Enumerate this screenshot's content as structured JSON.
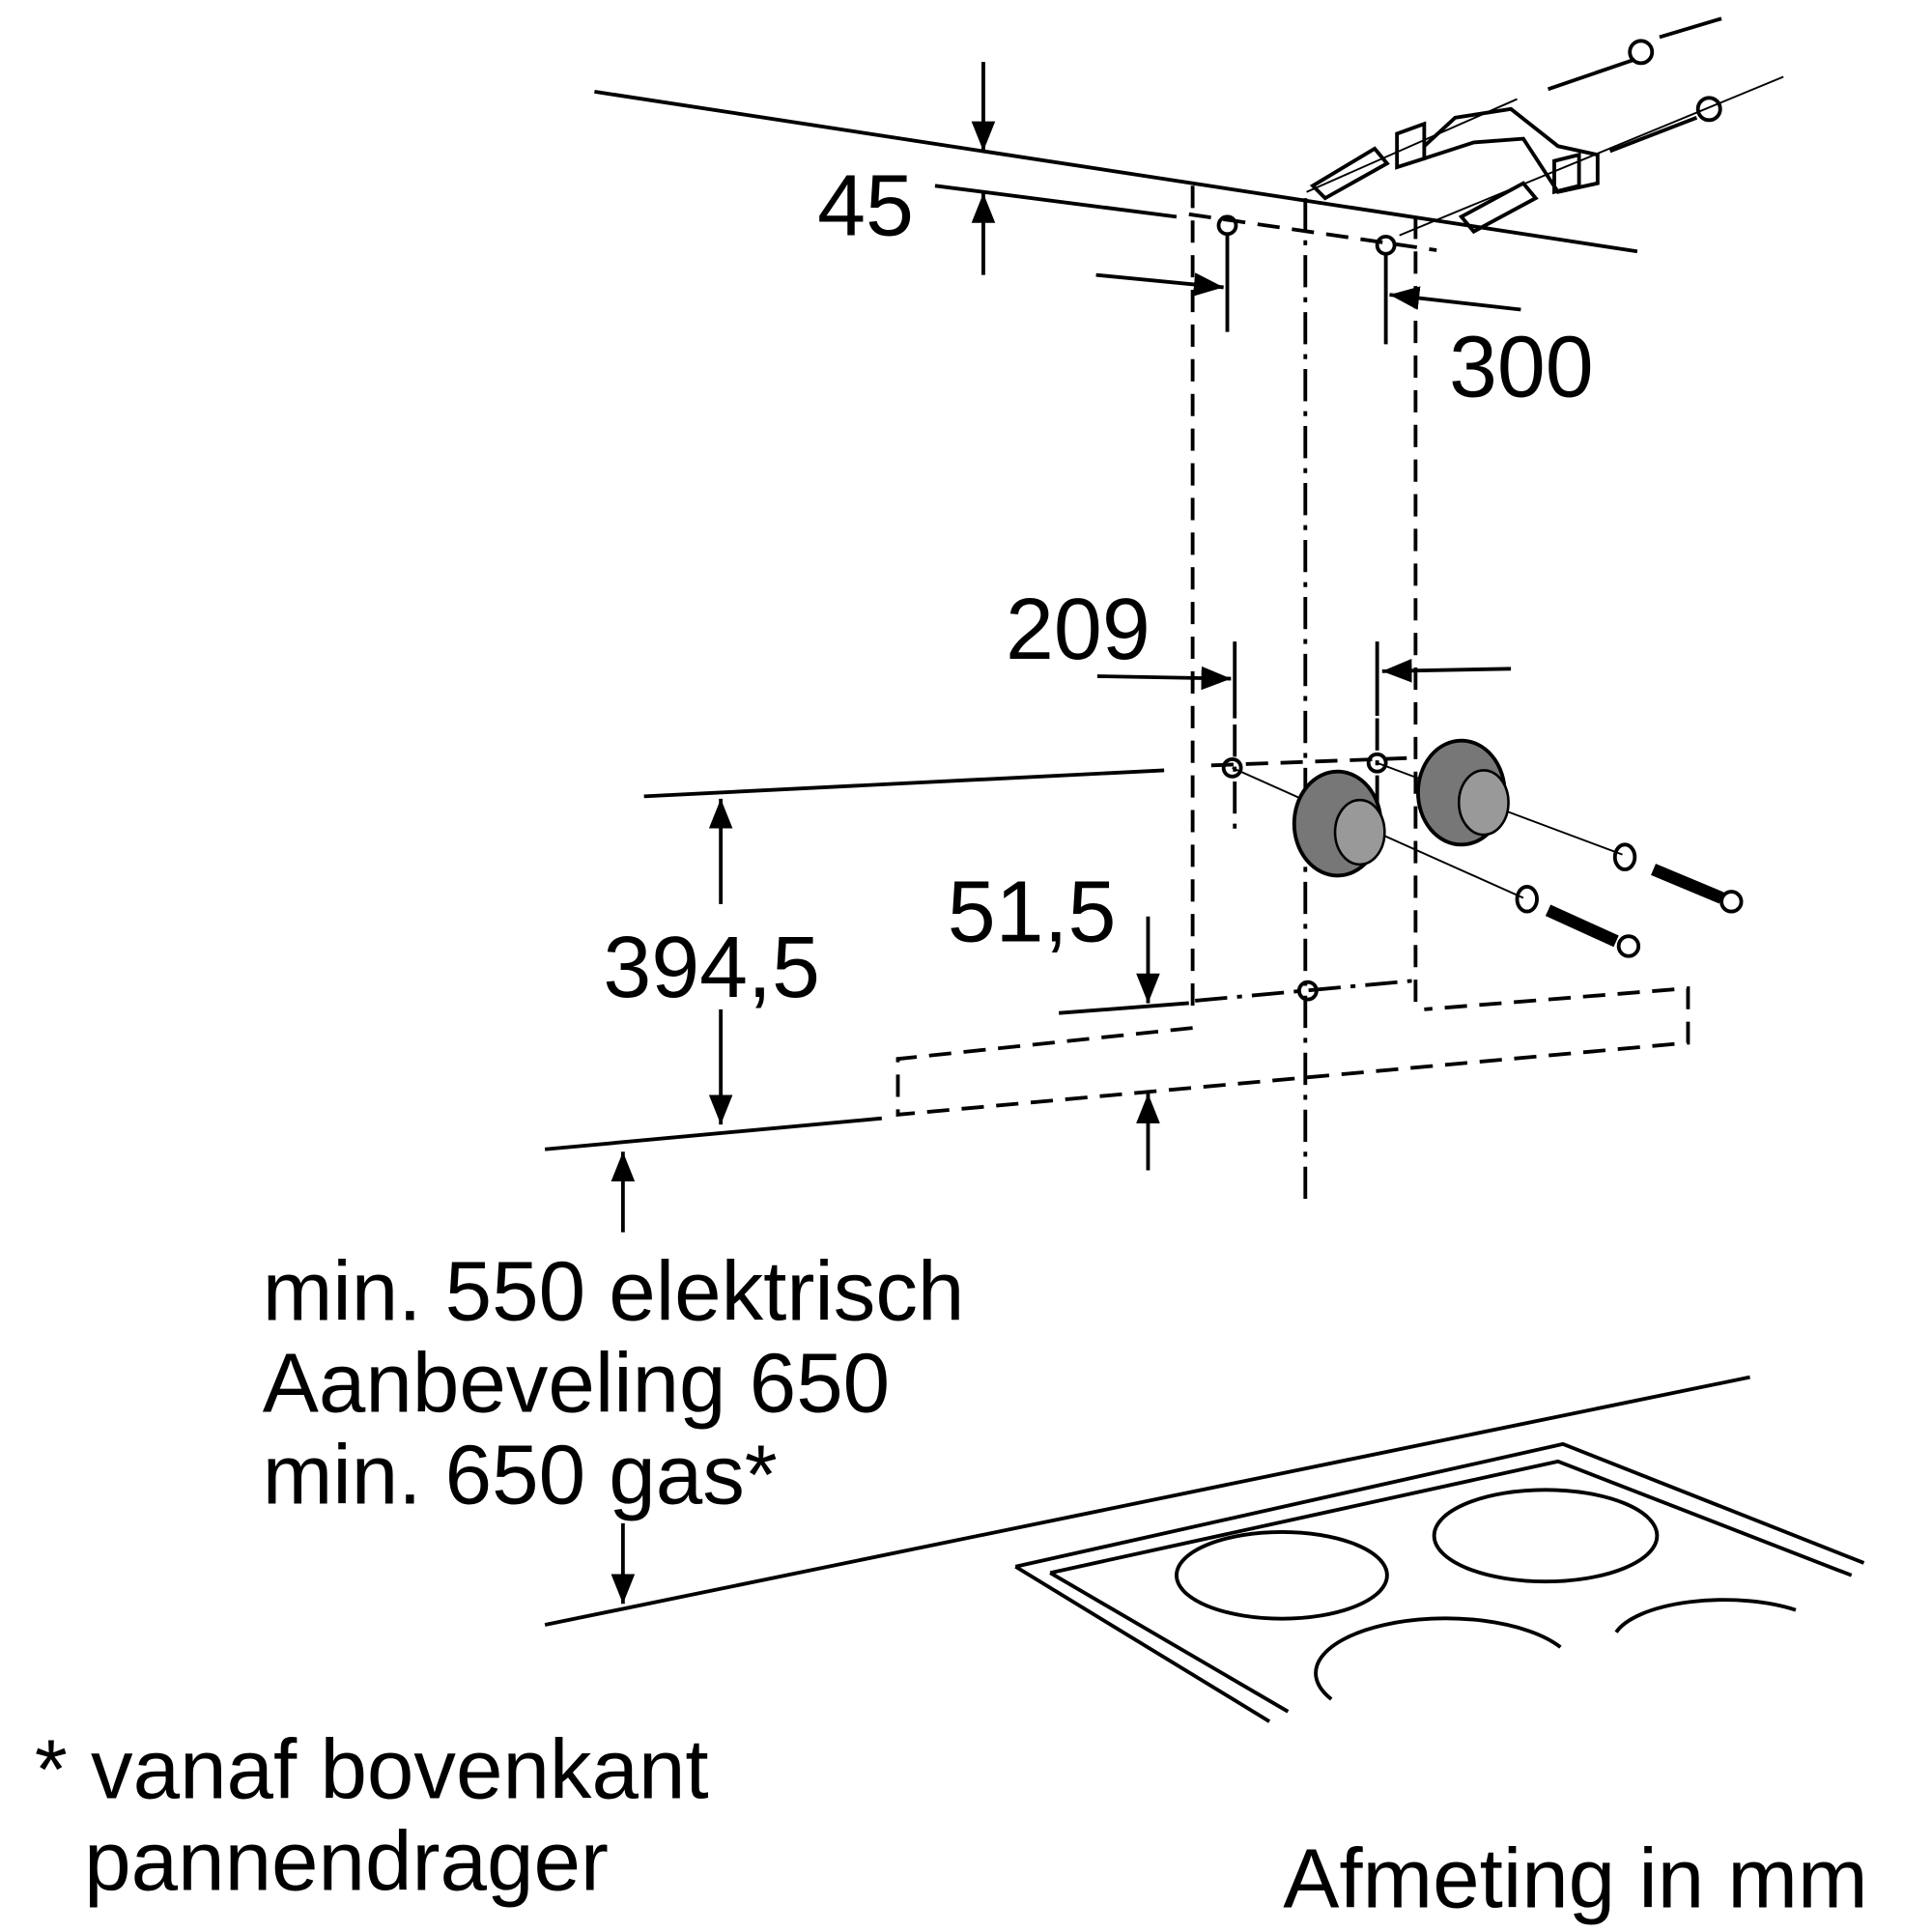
{
  "dimensions": {
    "d45": "45",
    "d300": "300",
    "d209": "209",
    "d51_5": "51,5",
    "d394_5": "394,5"
  },
  "clearance": {
    "line1": "min. 550 elektrisch",
    "line2": "Aanbeveling 650",
    "line3": "min. 650 gas*"
  },
  "footnote": {
    "line1": "* vanaf bovenkant",
    "line2": "pannendrager"
  },
  "unit_note": "Afmeting in mm"
}
